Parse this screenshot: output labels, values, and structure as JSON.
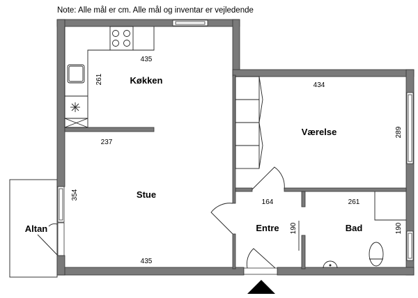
{
  "note": "Note: Alle mål er cm. Alle mål og inventar er vejledende",
  "rooms": {
    "kitchen": {
      "label": "Køkken",
      "width": "435",
      "depth": "261"
    },
    "living": {
      "label": "Stue",
      "partition": "237",
      "depth": "354",
      "width": "435"
    },
    "balcony": {
      "label": "Altan"
    },
    "bedroom": {
      "label": "Værelse",
      "width": "434",
      "depth": "289"
    },
    "hall": {
      "label": "Entre",
      "width": "164",
      "depth": "190"
    },
    "bathroom": {
      "label": "Bad",
      "width": "261",
      "depth": "190"
    }
  },
  "colors": {
    "wall": "#7a7a7a",
    "line": "#222222"
  }
}
